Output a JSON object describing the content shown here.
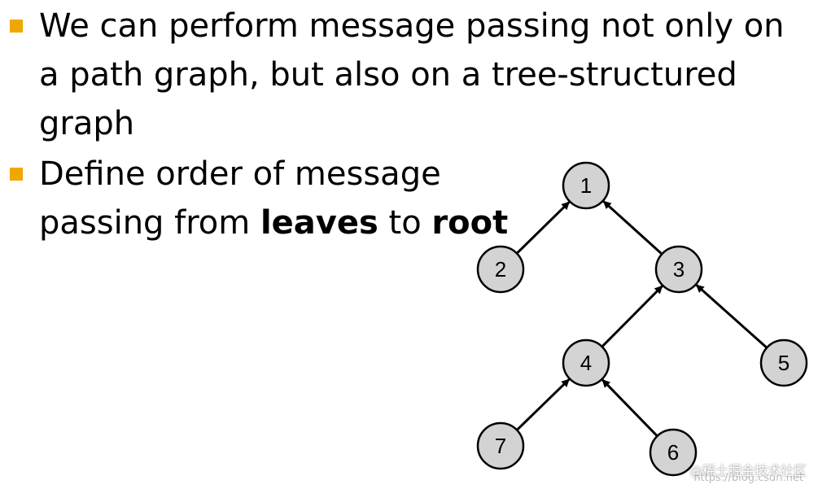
{
  "bullets": [
    {
      "lines": [
        "We can perform message passing not only on",
        "a path graph, but also on a tree-structured",
        "graph"
      ]
    },
    {
      "line1": "Define order of message",
      "line2_prefix": "passing from ",
      "line2_bold1": "leaves",
      "line2_mid": " to ",
      "line2_bold2": "root"
    }
  ],
  "colors": {
    "bullet": "#f0a800",
    "node_fill": "#d3d3d3",
    "node_stroke": "#000000"
  },
  "tree": {
    "nodes": [
      {
        "id": "1",
        "label": "1"
      },
      {
        "id": "2",
        "label": "2"
      },
      {
        "id": "3",
        "label": "3"
      },
      {
        "id": "4",
        "label": "4"
      },
      {
        "id": "5",
        "label": "5"
      },
      {
        "id": "6",
        "label": "6"
      },
      {
        "id": "7",
        "label": "7"
      }
    ],
    "edges": [
      {
        "from": "2",
        "to": "1"
      },
      {
        "from": "3",
        "to": "1"
      },
      {
        "from": "4",
        "to": "3"
      },
      {
        "from": "5",
        "to": "3"
      },
      {
        "from": "7",
        "to": "4"
      },
      {
        "from": "6",
        "to": "4"
      }
    ]
  },
  "watermark": {
    "text": "@稀土掘金技术社区",
    "url": "https://blog.csdn.net"
  }
}
